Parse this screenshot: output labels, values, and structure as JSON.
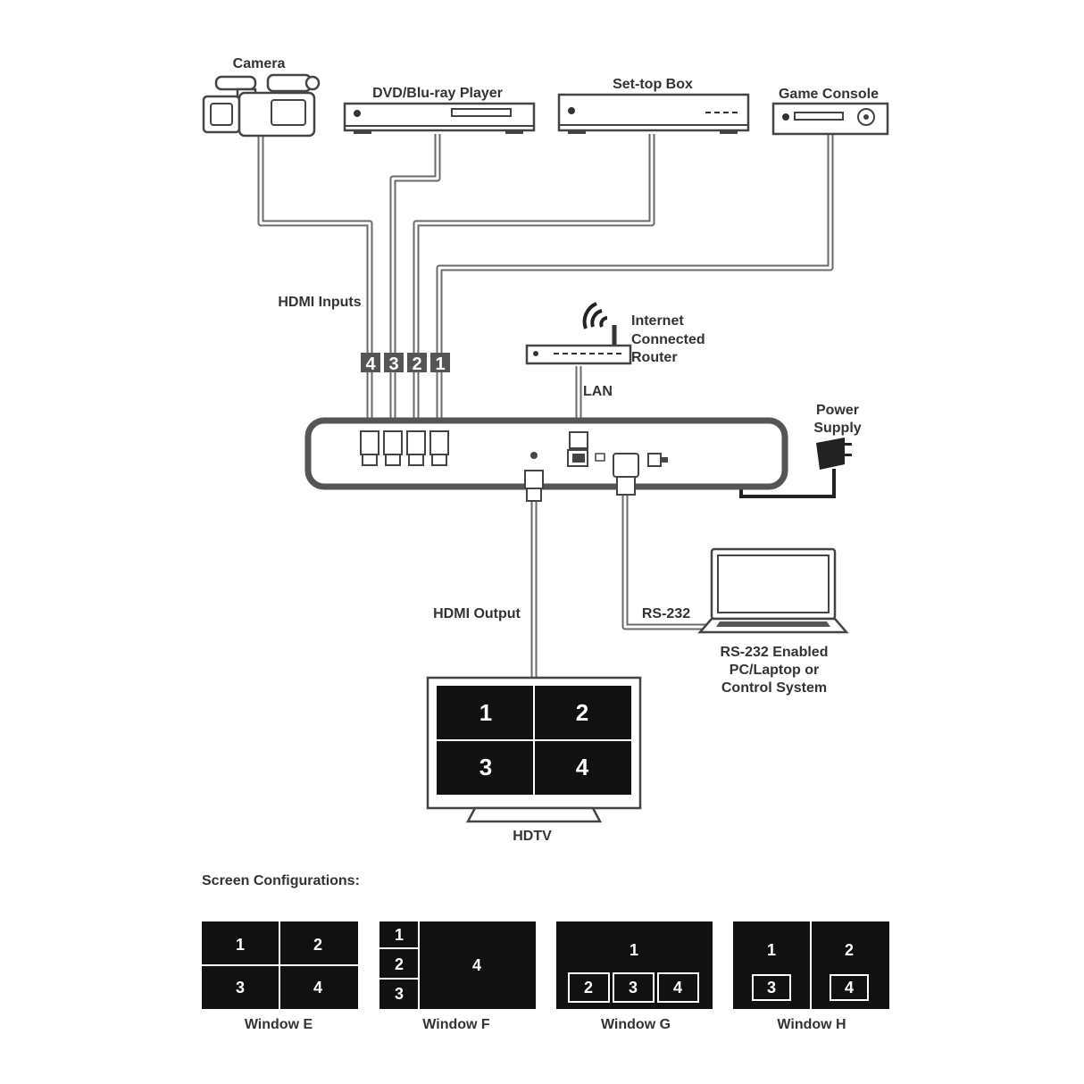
{
  "sources": {
    "camera": "Camera",
    "dvd": "DVD/Blu-ray Player",
    "stb": "Set-top Box",
    "game": "Game Console"
  },
  "labels": {
    "hdmi_inputs": "HDMI Inputs",
    "router": [
      "Internet",
      "Connected",
      "Router"
    ],
    "lan": "LAN",
    "power": [
      "Power",
      "Supply"
    ],
    "hdmi_output": "HDMI Output",
    "rs232": "RS-232",
    "pc": [
      "RS-232 Enabled",
      "PC/Laptop or",
      "Control System"
    ],
    "hdtv": "HDTV"
  },
  "input_numbers": [
    "4",
    "3",
    "2",
    "1"
  ],
  "tv_screens": [
    "1",
    "2",
    "3",
    "4"
  ],
  "screen_configs": {
    "title": "Screen Configurations:",
    "windows": [
      {
        "name": "Window E",
        "labels": [
          "1",
          "2",
          "3",
          "4"
        ]
      },
      {
        "name": "Window F",
        "labels": [
          "1",
          "2",
          "3",
          "4"
        ]
      },
      {
        "name": "Window G",
        "labels": [
          "1",
          "2",
          "3",
          "4"
        ]
      },
      {
        "name": "Window H",
        "labels": [
          "1",
          "2",
          "3",
          "4"
        ]
      }
    ]
  },
  "colors": {
    "cable": "#6a6a6a",
    "screen": "#111111",
    "outline": "#444444"
  }
}
